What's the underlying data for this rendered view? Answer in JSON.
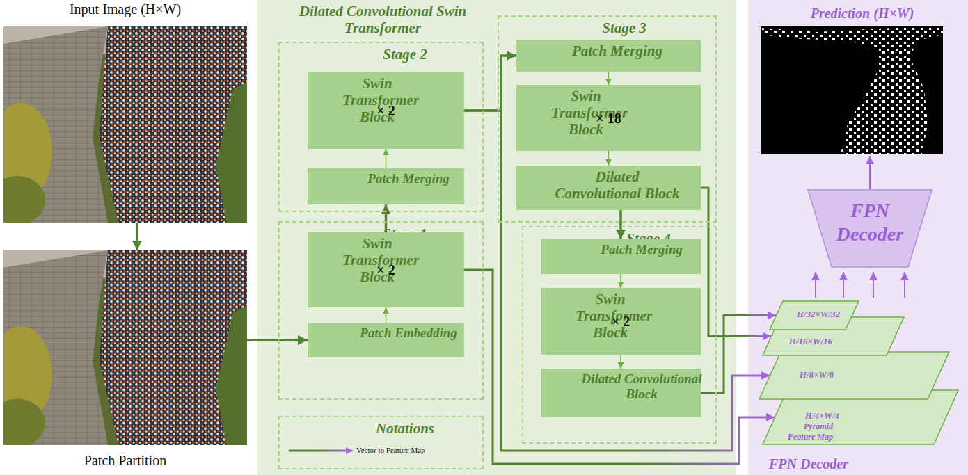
{
  "diagram": {
    "nodes": [
      {
        "text": [
          "Input Image (H×W)"
        ]
      },
      {
        "text": [
          "Patch Partition"
        ]
      },
      {
        "text": [
          "Dilated Convolutional Swin Transformer"
        ]
      },
      {
        "text": [
          "Stage 2"
        ],
        "in": 2
      },
      {
        "text": [
          "Swin Transformer Block",
          "× 2"
        ],
        "in": 3
      },
      {
        "text": [
          "Patch Merging"
        ],
        "in": 3
      },
      {
        "text": [
          "Stage 1"
        ],
        "in": 2
      },
      {
        "text": [
          "Swin Transformer Block",
          "× 2"
        ],
        "in": 6
      },
      {
        "text": [
          "Patch Embedding"
        ],
        "in": 6
      },
      {
        "text": [
          "Notations"
        ],
        "in": 2
      },
      {
        "text": [
          "Stage 3"
        ],
        "in": 2
      },
      {
        "text": [
          "Patch Merging"
        ],
        "in": 10
      },
      {
        "text": [
          "Swin Transformer Block",
          "× 18"
        ],
        "in": 10
      },
      {
        "text": [
          "Dilated Convolutional Block"
        ],
        "in": 10
      },
      {
        "text": [
          "Stage 4"
        ],
        "in": 2
      },
      {
        "text": [
          "Patch Merging"
        ],
        "in": 14
      },
      {
        "text": [
          "Swin Transformer Block",
          "× 2"
        ],
        "in": 14
      },
      {
        "text": [
          "Dilated Convolutional Block"
        ],
        "in": 14
      },
      {
        "text": [
          "FPN Decoder"
        ]
      },
      {
        "text": [
          "Prediction (H×W)"
        ],
        "in": 18
      },
      {
        "text": [
          "FPN Decoder"
        ],
        "in": 18
      },
      {
        "text": [
          "Pyramid Feature Map"
        ],
        "in": 18
      },
      {
        "text": [
          "H/32×W/32"
        ],
        "in": 21
      },
      {
        "text": [
          "H/16×W/16"
        ],
        "in": 21
      },
      {
        "text": [
          "H/8×W/8"
        ],
        "in": 21
      },
      {
        "text": [
          "H/4×W/4"
        ],
        "in": 21
      }
    ],
    "edges": [
      {
        "from": 0,
        "to": 1,
        "arrow": "to"
      },
      {
        "from": 1,
        "to": 8,
        "arrow": "to"
      },
      {
        "from": 8,
        "to": 7,
        "arrow": "to"
      },
      {
        "from": 7,
        "to": 5,
        "arrow": "to"
      },
      {
        "from": 5,
        "to": 4,
        "arrow": "to"
      },
      {
        "from": 4,
        "to": 11,
        "arrow": "to"
      },
      {
        "from": 11,
        "to": 12,
        "arrow": "to"
      },
      {
        "from": 12,
        "to": 13,
        "arrow": "to"
      },
      {
        "from": 13,
        "to": 15,
        "arrow": "to"
      },
      {
        "from": 15,
        "to": 16,
        "arrow": "to"
      },
      {
        "from": 16,
        "to": 17,
        "arrow": "to"
      },
      {
        "from": 7,
        "to": 25,
        "arrow": "to"
      },
      {
        "from": 4,
        "to": 24,
        "arrow": "to"
      },
      {
        "from": 13,
        "to": 23,
        "arrow": "to"
      },
      {
        "from": 17,
        "to": 22,
        "arrow": "to"
      },
      {
        "from": 21,
        "to": 20,
        "arrow": "to"
      },
      {
        "from": 21,
        "to": 20,
        "arrow": "to"
      },
      {
        "from": 21,
        "to": 20,
        "arrow": "to"
      },
      {
        "from": 21,
        "to": 20,
        "arrow": "to"
      },
      {
        "from": 20,
        "to": 19,
        "arrow": "to"
      }
    ],
    "legend": [
      {
        "text": "Vector to Feature Map"
      }
    ]
  }
}
